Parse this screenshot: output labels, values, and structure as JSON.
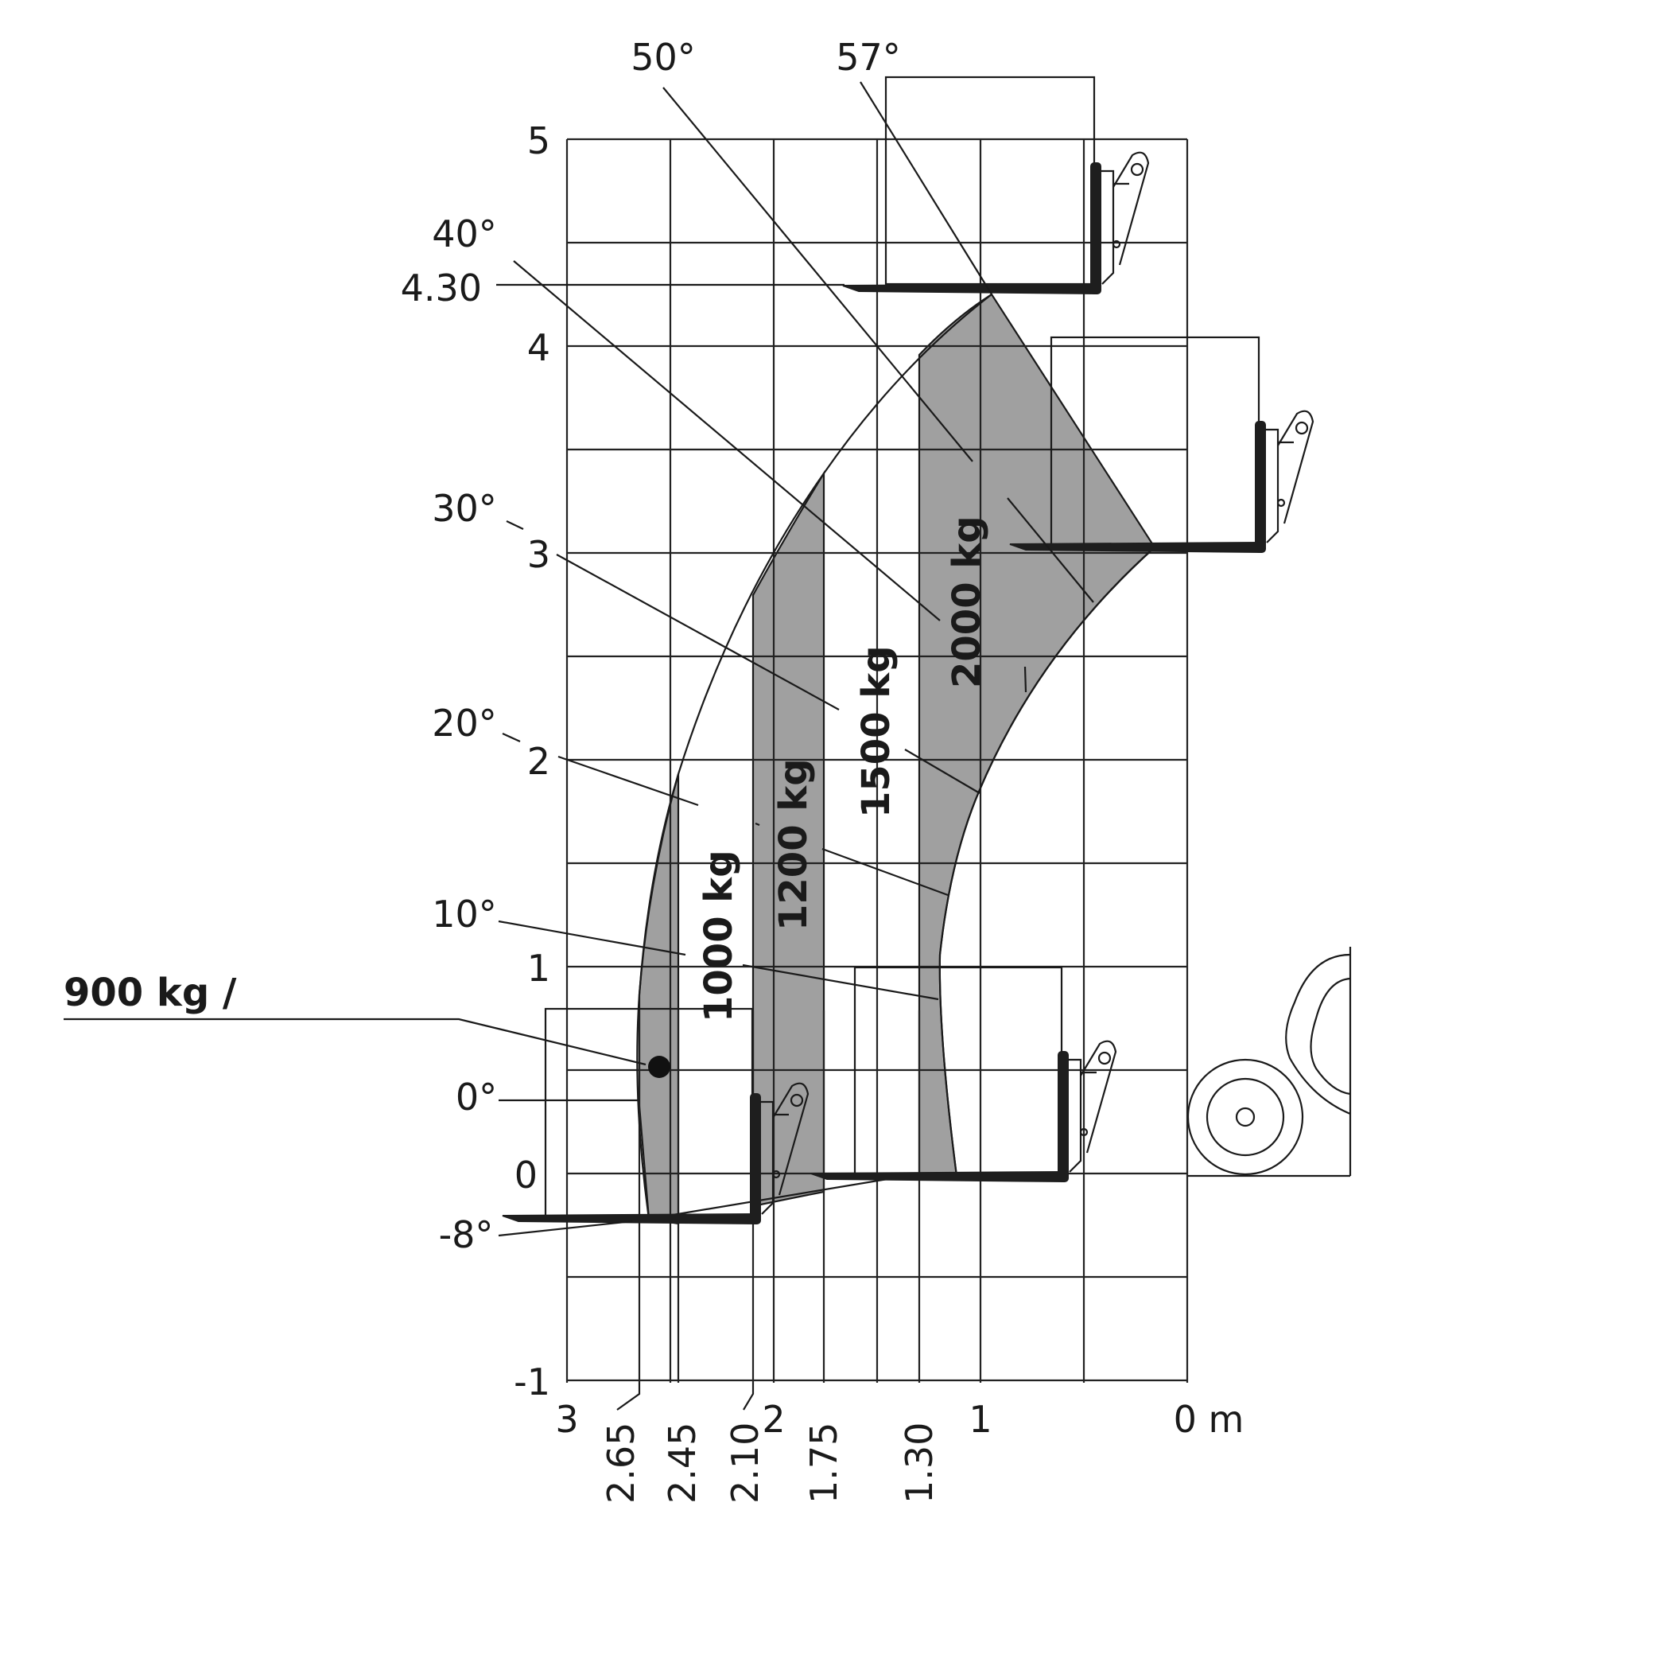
{
  "y_axis": {
    "ticks": [
      {
        "value": 5,
        "label": "5"
      },
      {
        "value": 4,
        "label": "4"
      },
      {
        "value": 3,
        "label": "3"
      },
      {
        "value": 2,
        "label": "2"
      },
      {
        "value": 1,
        "label": "1"
      },
      {
        "value": 0,
        "label": "0"
      },
      {
        "value": -1,
        "label": "-1"
      }
    ],
    "max_height_label": "4.30"
  },
  "x_axis": {
    "ticks": [
      {
        "value": 3,
        "label": "3"
      },
      {
        "value": 2,
        "label": "2"
      },
      {
        "value": 1,
        "label": "1"
      },
      {
        "value": 0,
        "label": "0 m"
      }
    ],
    "reach_marks": [
      {
        "value": 2.65,
        "label": "2.65"
      },
      {
        "value": 2.45,
        "label": "2.45"
      },
      {
        "value": 2.1,
        "label": "2.10"
      },
      {
        "value": 1.75,
        "label": "1.75"
      },
      {
        "value": 1.3,
        "label": "1.30"
      }
    ]
  },
  "boom_angles": [
    "57°",
    "50°",
    "40°",
    "30°",
    "20°",
    "10°",
    "0°",
    "-8°"
  ],
  "load_zones": [
    {
      "label": "1000 kg"
    },
    {
      "label": "1200 kg"
    },
    {
      "label": "1500 kg"
    },
    {
      "label": "2000 kg"
    }
  ],
  "point_load": {
    "label": "900 kg /"
  },
  "colors": {
    "zone_fill": "#a0a0a0",
    "line": "#1a1a1a"
  }
}
